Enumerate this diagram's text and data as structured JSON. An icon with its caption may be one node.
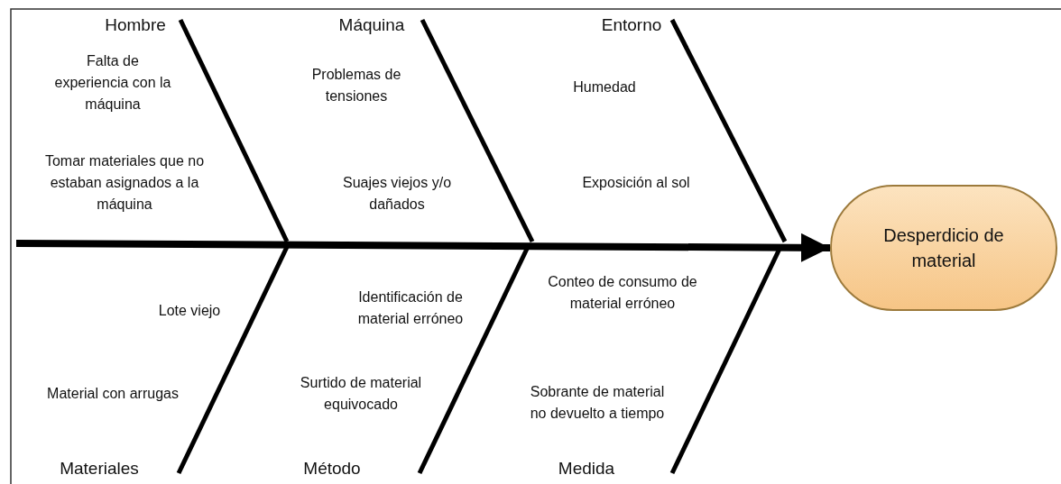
{
  "diagram": {
    "nodes": [
      {
        "text": [
          "Hombre"
        ]
      },
      {
        "text": [
          "Máquina"
        ]
      },
      {
        "text": [
          "Entorno"
        ]
      },
      {
        "text": [
          "Materiales"
        ]
      },
      {
        "text": [
          "Método"
        ]
      },
      {
        "text": [
          "Medida"
        ]
      },
      {
        "text": [
          "Desperdicio de material"
        ]
      }
    ],
    "edges": [
      {
        "from": null,
        "to": 6,
        "arrow": "to"
      },
      {
        "from": 0,
        "to": null,
        "arrow": "none"
      },
      {
        "from": 1,
        "to": null,
        "arrow": "none"
      },
      {
        "from": 2,
        "to": null,
        "arrow": "none"
      },
      {
        "from": 3,
        "to": null,
        "arrow": "none"
      },
      {
        "from": 4,
        "to": null,
        "arrow": "none"
      },
      {
        "from": 5,
        "to": null,
        "arrow": "none"
      }
    ],
    "labels": [
      "Falta de experiencia con la máquina",
      "Problemas de tensiones",
      "Humedad",
      "Tomar materiales que no estaban asignados a la máquina",
      "Suajes viejos y/o dañados",
      "Exposición al sol",
      "Conteo de consumo de material erróneo",
      "Identificación de material erróneo",
      "Lote viejo",
      "Material con arrugas",
      "Surtido de material equivocado",
      "Sobrante de material no devuelto a tiempo"
    ]
  }
}
